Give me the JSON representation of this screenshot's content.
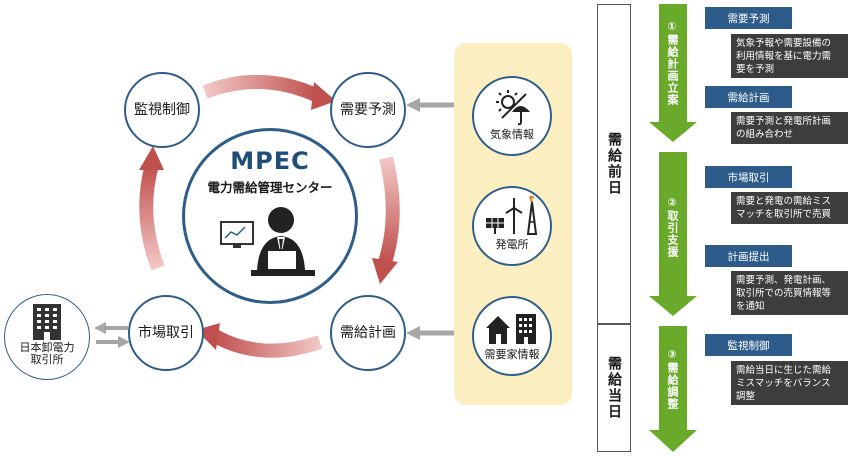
{
  "center": {
    "title": "MPEC",
    "subtitle": "電力需給管理センター"
  },
  "cycle": {
    "monitor": "監視制御",
    "forecast": "需要予測",
    "plan": "需給計画",
    "market": "市場取引"
  },
  "exchange": {
    "line1": "日本卸電力",
    "line2": "取引所"
  },
  "inputs": {
    "weather": "気象情報",
    "plant": "発電所",
    "customer": "需要家情報"
  },
  "days": {
    "prior": "需給前日",
    "same": "需給当日"
  },
  "phases": [
    {
      "number": "①",
      "label": "需給計画立案"
    },
    {
      "number": "②",
      "label": "取引支援"
    },
    {
      "number": "③",
      "label": "需給調整"
    }
  ],
  "steps": [
    {
      "title": "需要予測",
      "desc_lines": [
        "気象予報や需要設備の",
        "利用情報を基に電力需",
        "要を予測"
      ]
    },
    {
      "title": "需給計画",
      "desc_lines": [
        "需要予測と発電所計画",
        "の組み合わせ"
      ]
    },
    {
      "title": "市場取引",
      "desc_lines": [
        "需要と発電の需給ミス",
        "マッチを取引所で売買"
      ]
    },
    {
      "title": "計画提出",
      "desc_lines": [
        "需要予測、発電計画、",
        "取引所での売買情報等",
        "を通知"
      ]
    },
    {
      "title": "監視制御",
      "desc_lines": [
        "需給当日に生じた需給",
        "ミスマッチをバランス",
        "調整"
      ]
    }
  ],
  "colors": {
    "navy": "#2e5c8a",
    "green": "#6aaa2a",
    "arrow_red": "#c0504d",
    "panel": "#fbeec0"
  }
}
